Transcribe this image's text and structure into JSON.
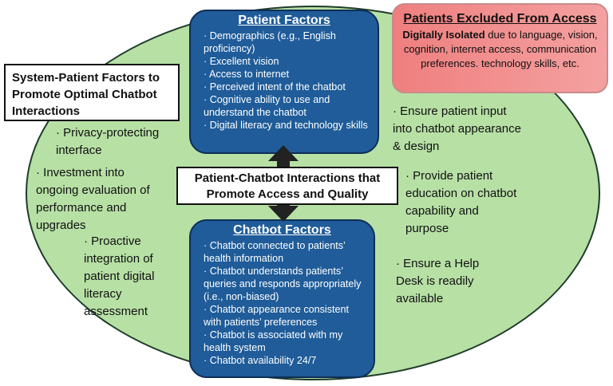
{
  "patient_factors": {
    "title": "Patient Factors",
    "items": [
      "· Demographics (e.g., English proficiency)",
      "· Excellent vision",
      "· Access to internet",
      "· Perceived intent of the chatbot",
      "· Cognitive ability to use and understand the chatbot",
      "· Digital literacy and technology skills"
    ]
  },
  "chatbot_factors": {
    "title": "Chatbot Factors",
    "items": [
      "· Chatbot connected to patients’ health information",
      "· Chatbot understands patients’ queries and responds appropriately (i.e., non-biased)",
      "· Chatbot appearance consistent with patients’ preferences",
      "· Chatbot is associated with  my health system",
      "· Chatbot availability 24/7"
    ]
  },
  "excluded": {
    "title": "Patients Excluded From Access",
    "bold_lead": "Digitally Isolated",
    "body": " due to language, vision, cognition, internet access, communication preferences. technology skills, etc."
  },
  "system_box": {
    "title": "System-Patient Factors to Promote Optimal Chatbot Interactions"
  },
  "center_box": {
    "title": "Patient-Chatbot Interactions that Promote Access and Quality"
  },
  "left_bullets": [
    "· Privacy-protecting interface",
    "· Investment into ongoing evaluation of performance and upgrades",
    "· Proactive integration of patient digital literacy assessment"
  ],
  "right_bullets": [
    "· Ensure patient input into chatbot appearance & design",
    "· Provide patient education on chatbot capability and purpose",
    "· Ensure a Help Desk is readily available"
  ],
  "colors": {
    "ellipse_fill": "#b7e0a5",
    "blue_box": "#1f5c99",
    "excluded_fill": "#ef7f7f"
  }
}
